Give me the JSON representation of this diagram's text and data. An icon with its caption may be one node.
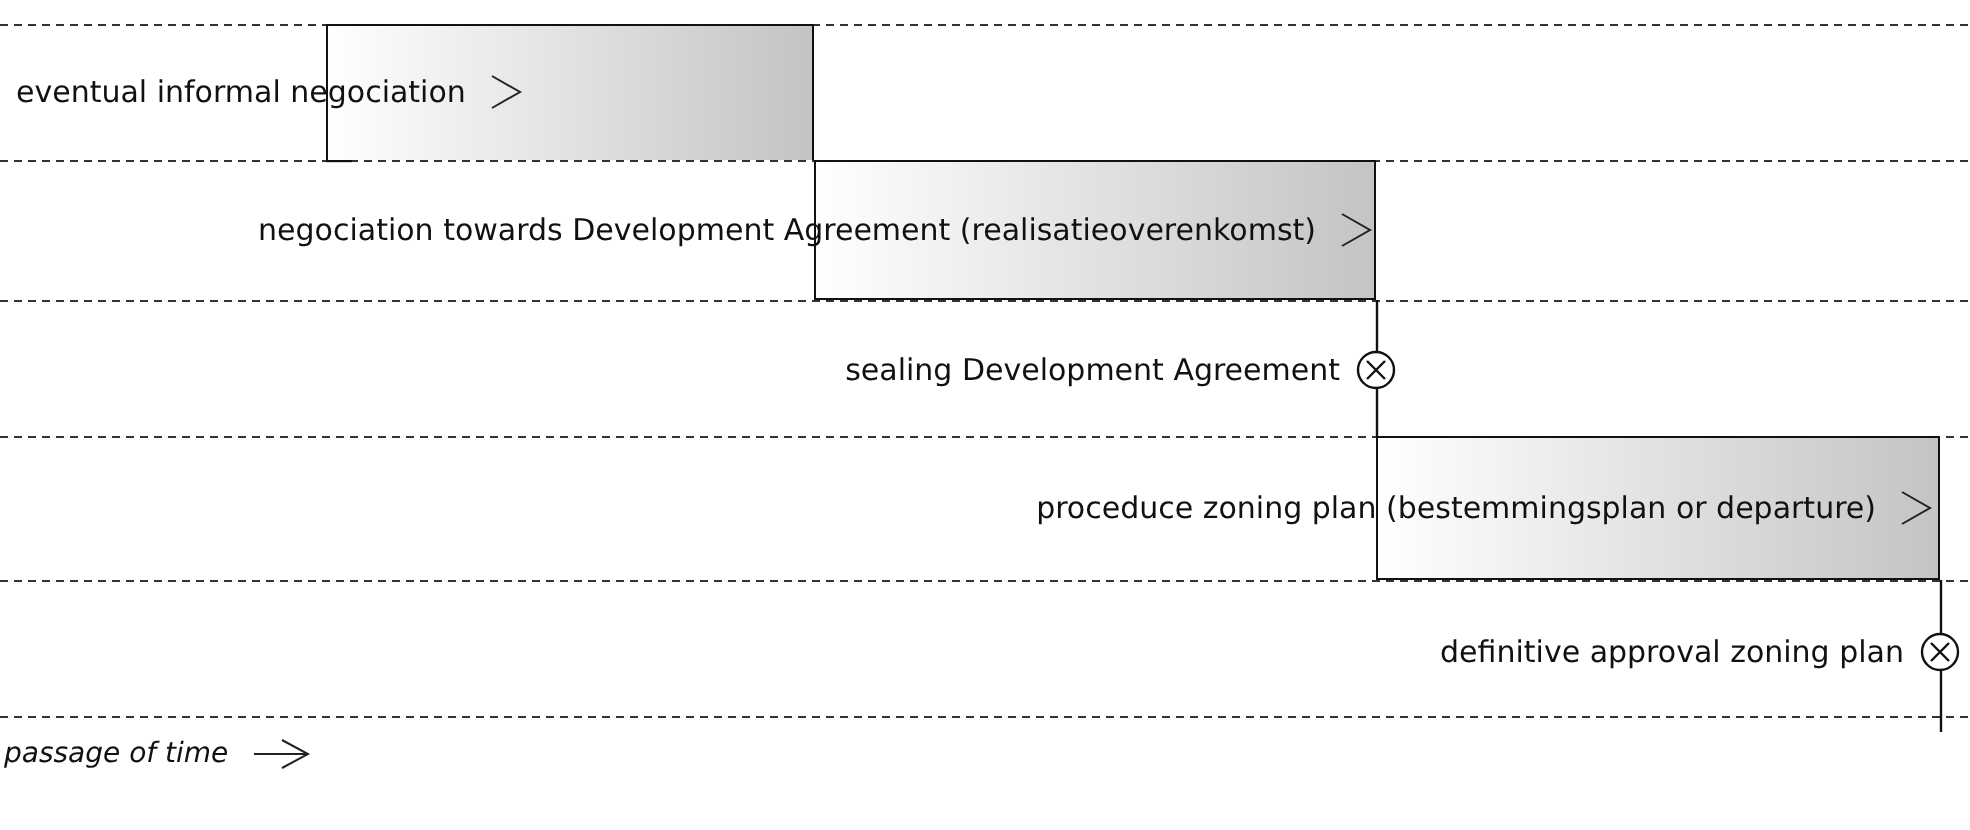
{
  "diagram": {
    "nodes": [
      {
        "text": [
          "eventual informal negociation"
        ]
      },
      {
        "text": [
          "negociation towards Development Agreement (realisatieoverenkomst)"
        ]
      },
      {
        "text": [],
        "shape": "circle",
        "beside": [
          "sealing Development Agreement"
        ]
      },
      {
        "text": [
          "proceduce zoning plan (bestemmingsplan or departure)"
        ]
      },
      {
        "text": [],
        "shape": "circle",
        "beside": [
          "definitive approval zoning plan"
        ]
      }
    ],
    "edges": [
      {
        "from": 1,
        "to": 2,
        "arrow": "none"
      },
      {
        "from": 2,
        "to": 3,
        "arrow": "none"
      },
      {
        "from": 3,
        "to": 4,
        "arrow": "none"
      }
    ],
    "labels": [
      "passage of time"
    ]
  }
}
